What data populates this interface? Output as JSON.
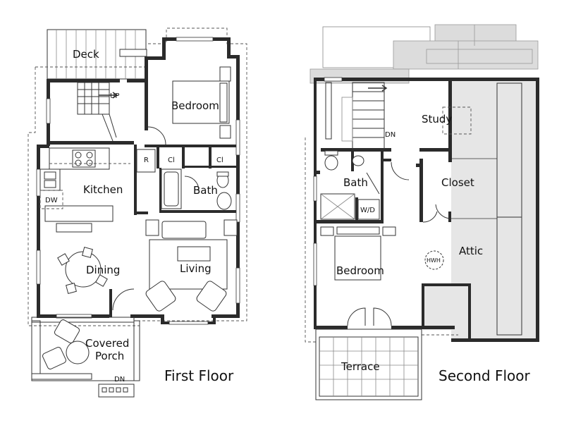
{
  "first_floor": {
    "title": "First Floor",
    "rooms": {
      "deck": "Deck",
      "bedroom": "Bedroom",
      "kitchen": "Kitchen",
      "bath": "Bath",
      "dining": "Dining",
      "living": "Living",
      "covered_porch_line1": "Covered",
      "covered_porch_line2": "Porch"
    },
    "labels": {
      "up": "UP",
      "dn": "DN",
      "dw": "DW",
      "refrigerator": "R",
      "closet_1": "Cl",
      "closet_2": "Cl"
    }
  },
  "second_floor": {
    "title": "Second Floor",
    "rooms": {
      "study": "Study",
      "bath": "Bath",
      "closet": "Closet",
      "attic": "Attic",
      "bedroom": "Bedroom",
      "terrace": "Terrace"
    },
    "labels": {
      "dn": "DN",
      "washer_dryer": "W/D",
      "water_heater": "HWH"
    }
  },
  "colors": {
    "wall": "#2b2b2b",
    "roof": "#dcdcdc",
    "attic": "#e6e6e6"
  }
}
